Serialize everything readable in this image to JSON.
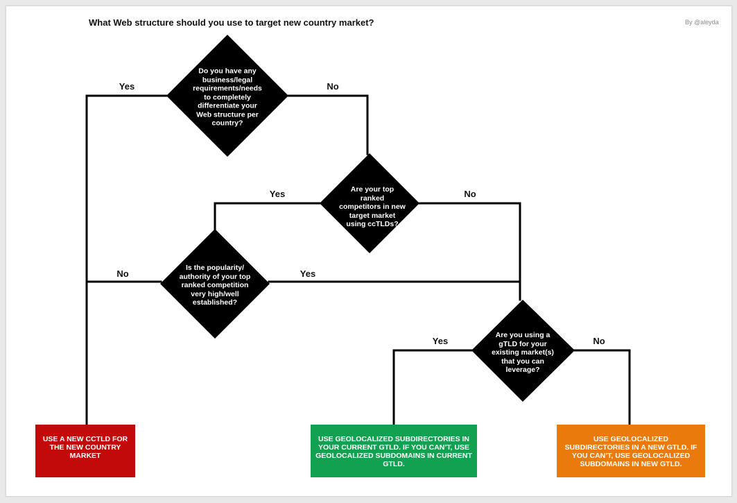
{
  "title": "What Web structure should you use to target new country market?",
  "byline": "By @aleyda",
  "colors": {
    "diamond": "#000000",
    "line": "#000000",
    "cctld_box": "#c30a0a",
    "subdir_box": "#12a150",
    "subdomain_box": "#ea7a0b"
  },
  "decisions": {
    "q1": "Do you have any business/legal requirements/needs to completely differentiate your Web structure per country?",
    "q2": "Are your top ranked competitors in new target market using ccTLDs?",
    "q3": "Is the popularity/ authority of your top ranked competition very high/well established?",
    "q4": "Are you using a gTLD for your existing market(s) that you can leverage?"
  },
  "edge_labels": {
    "q1_yes": "Yes",
    "q1_no": "No",
    "q2_yes": "Yes",
    "q2_no": "No",
    "q3_no": "No",
    "q3_yes": "Yes",
    "q4_yes": "Yes",
    "q4_no": "No"
  },
  "outcomes": {
    "cctld": "USE A NEW CCTLD FOR THE NEW COUNTRY MARKET",
    "subdirectories": "USE GEOLOCALIZED SUBDIRECTORIES IN YOUR CURRENT GTLD. IF YOU CAN’T, USE GEOLOCALIZED SUBDOMAINS IN CURRENT GTLD.",
    "subdomains": "USE GEOLOCALIZED SUBDIRECTORIES IN A NEW GTLD. IF YOU CAN’T, USE GEOLOCALIZED SUBDOMAINS IN NEW GTLD."
  }
}
